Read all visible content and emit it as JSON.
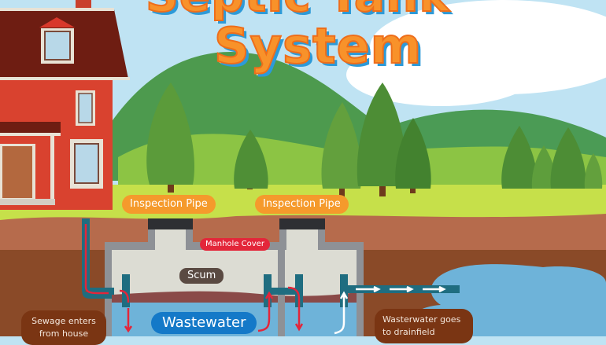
{
  "title": {
    "line1": "Septic Tank",
    "line2": "System"
  },
  "labels": {
    "inspection_pipe_1": "Inspection Pipe",
    "inspection_pipe_2": "Inspection Pipe",
    "manhole_cover": "Manhole Cover",
    "scum": "Scum",
    "wastewater": "Wastewater",
    "sewage_enters": "Sewage enters from house",
    "drainfield": "Wasterwater goes to drainfield"
  },
  "colors": {
    "sky": "#bfe3f3",
    "title_orange": "#f8922a",
    "title_shadow_blue": "#2d9ad8",
    "grass": "#c6e04a",
    "soil_top": "#b66b4c",
    "soil_bottom": "#8a4a28",
    "tank_wall": "#8e9196",
    "tank_inner": "#dcdcd3",
    "water": "#6eb3d9",
    "pipe": "#1f6d80",
    "flow_red": "#e3263a",
    "flow_white": "#ffffff",
    "house_brick": "#d9422f",
    "roof": "#6e1d12"
  },
  "icons": {
    "house": "house-illustration",
    "trees": "pine-tree-icon",
    "flow_arrows": "arrow-icon"
  }
}
